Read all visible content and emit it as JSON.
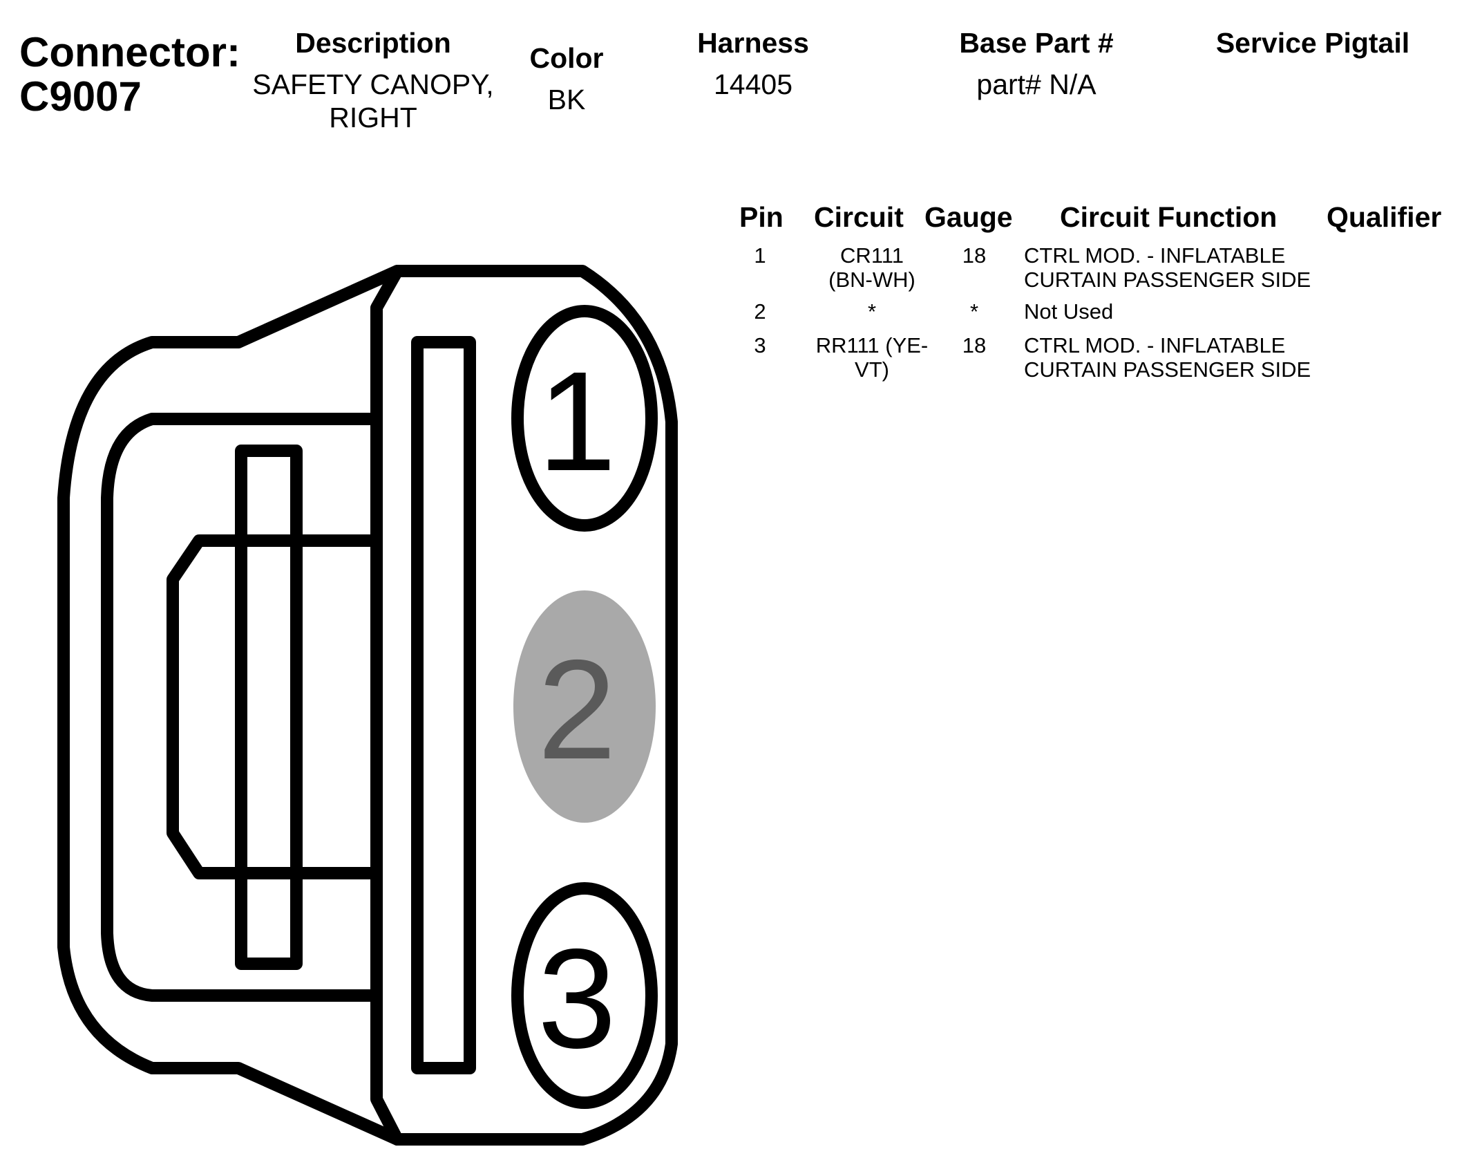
{
  "connector": {
    "label": "Connector:",
    "id": "C9007"
  },
  "header": {
    "description": {
      "label": "Description",
      "lines": [
        "SAFETY CANOPY,",
        "RIGHT"
      ]
    },
    "color": {
      "label": "Color",
      "value": "BK"
    },
    "harness": {
      "label": "Harness",
      "value": "14405"
    },
    "base_part": {
      "label": "Base Part #",
      "value": "part# N/A"
    },
    "service_pigtail": {
      "label": "Service Pigtail",
      "value": ""
    }
  },
  "table": {
    "headers": {
      "pin": "Pin",
      "circuit": "Circuit",
      "gauge": "Gauge",
      "function": "Circuit Function",
      "qualifier": "Qualifier"
    },
    "rows": [
      {
        "pin": "1",
        "circuit": [
          "CR111",
          "(BN-WH)"
        ],
        "gauge": "18",
        "function": [
          "CTRL MOD. - INFLATABLE",
          "CURTAIN PASSENGER SIDE"
        ],
        "qualifier": ""
      },
      {
        "pin": "2",
        "circuit": [
          "*"
        ],
        "gauge": "*",
        "function": [
          "Not Used"
        ],
        "qualifier": ""
      },
      {
        "pin": "3",
        "circuit": [
          "RR111 (YE-",
          "VT)"
        ],
        "gauge": "18",
        "function": [
          "CTRL MOD. - INFLATABLE",
          "CURTAIN PASSENGER SIDE"
        ],
        "qualifier": ""
      }
    ]
  },
  "diagram": {
    "pins": [
      {
        "number": "1",
        "used": true
      },
      {
        "number": "2",
        "used": false
      },
      {
        "number": "3",
        "used": true
      }
    ],
    "colors": {
      "outline": "#000000",
      "unused_pin_fill": "#a9a9a9",
      "unused_pin_text": "#5a5a5a"
    }
  }
}
